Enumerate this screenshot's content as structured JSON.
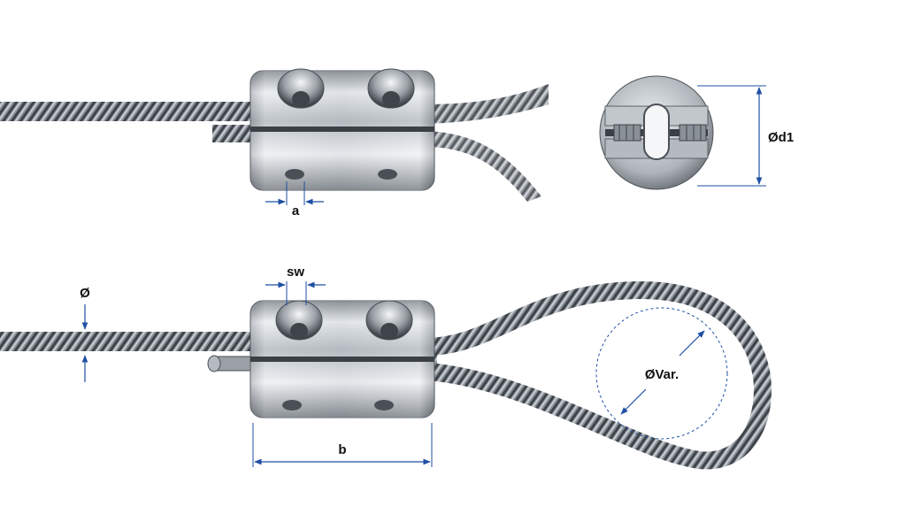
{
  "labels": {
    "a": "a",
    "d1": "Ød1",
    "sw": "sw",
    "diameter": "Ø",
    "var": "ØVar.",
    "b": "b"
  },
  "colors": {
    "dimension_line": "#1f4fa3",
    "metal_light": "#f2f4f6",
    "metal_mid": "#b9bec4",
    "metal_dark": "#5d636a",
    "cable": "#7c8188",
    "cable_dark": "#3d4147"
  }
}
